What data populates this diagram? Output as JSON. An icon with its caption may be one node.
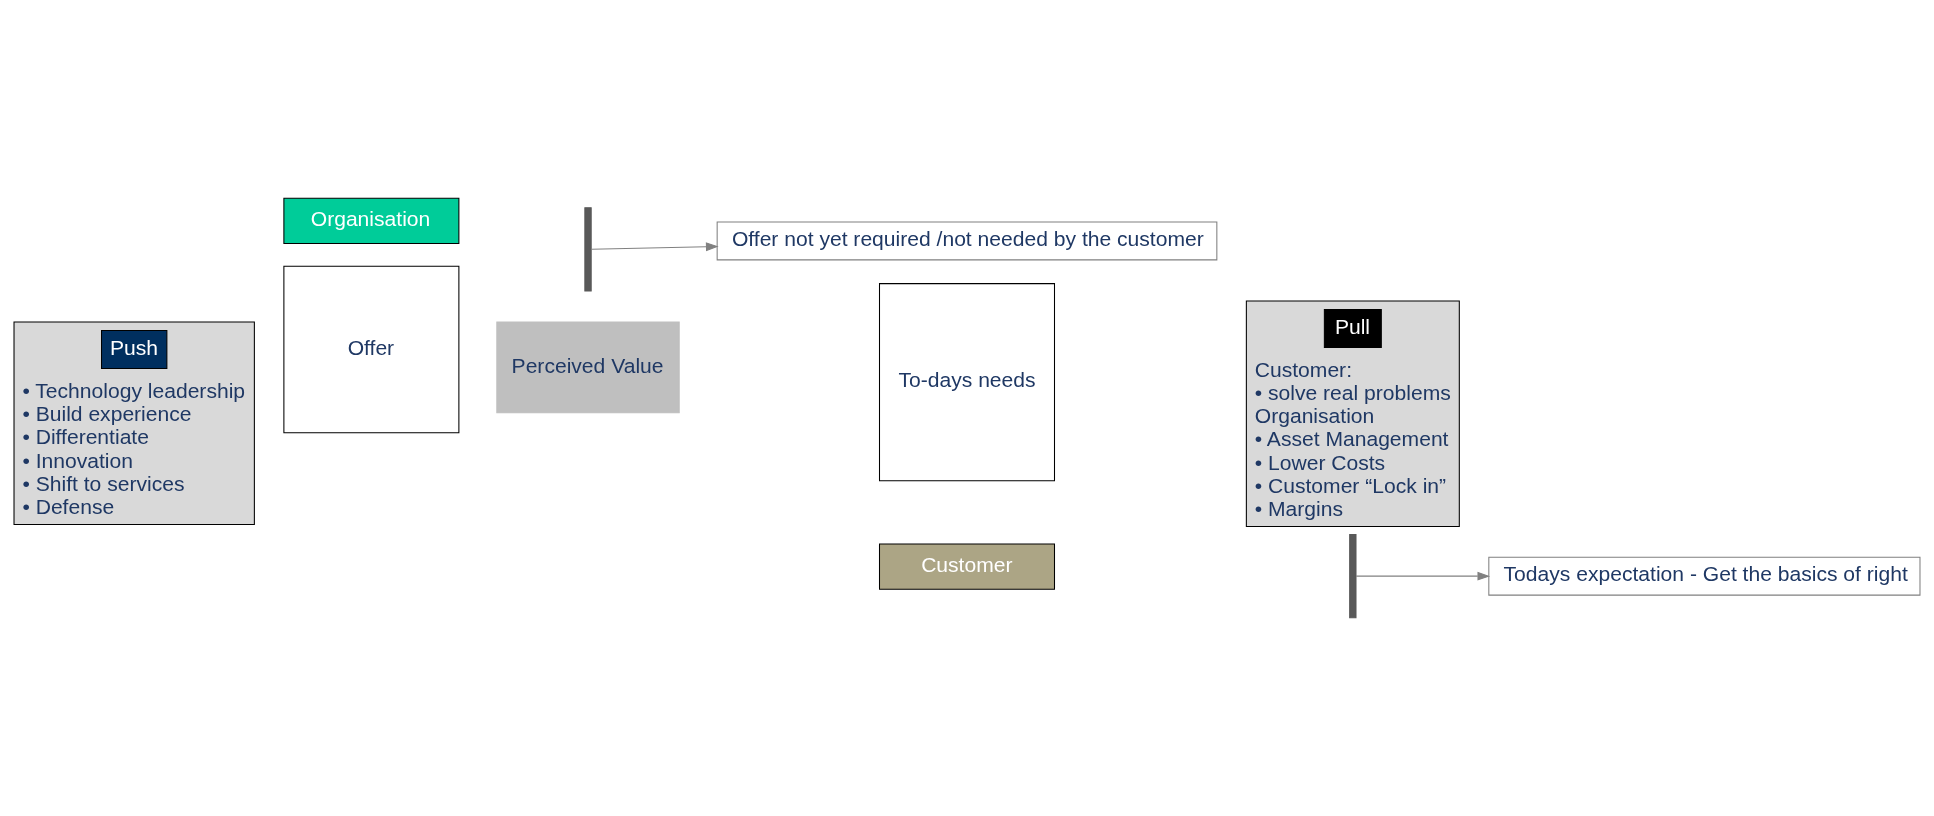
{
  "diagram": {
    "nodes": [
      {
        "text": [
          "• Technology leadership",
          "• Build experience",
          "• Differentiate",
          "• Innovation",
          "• Shift to services",
          "• Defense"
        ]
      },
      {
        "text": [
          "Push"
        ],
        "in": 0
      },
      {
        "text": [
          "Organisation"
        ]
      },
      {
        "text": [
          "Offer"
        ]
      },
      {
        "text": [
          "Offer not yet required /not needed by the customer"
        ]
      },
      {
        "text": [],
        "shape": "brace"
      },
      {
        "text": [
          "Perceived Value"
        ]
      },
      {
        "text": [
          "To-days needs"
        ]
      },
      {
        "text": [
          "Customer"
        ]
      },
      {
        "text": [],
        "shape": "brace"
      },
      {
        "text": [
          "Todays expectation - Get the basics of right"
        ]
      },
      {
        "text": [
          "Customer:",
          "• solve real problems",
          "Organisation",
          "• Asset Management",
          "• Lower Costs",
          "• Customer “Lock in”",
          "• Margins"
        ]
      },
      {
        "text": [
          "Pull"
        ],
        "in": 11
      }
    ],
    "edges": [
      {
        "from": 5,
        "to": 4,
        "arrow": "to",
        "color": "#808080"
      },
      {
        "from": 9,
        "to": 10,
        "arrow": "to",
        "color": "#808080"
      }
    ]
  }
}
